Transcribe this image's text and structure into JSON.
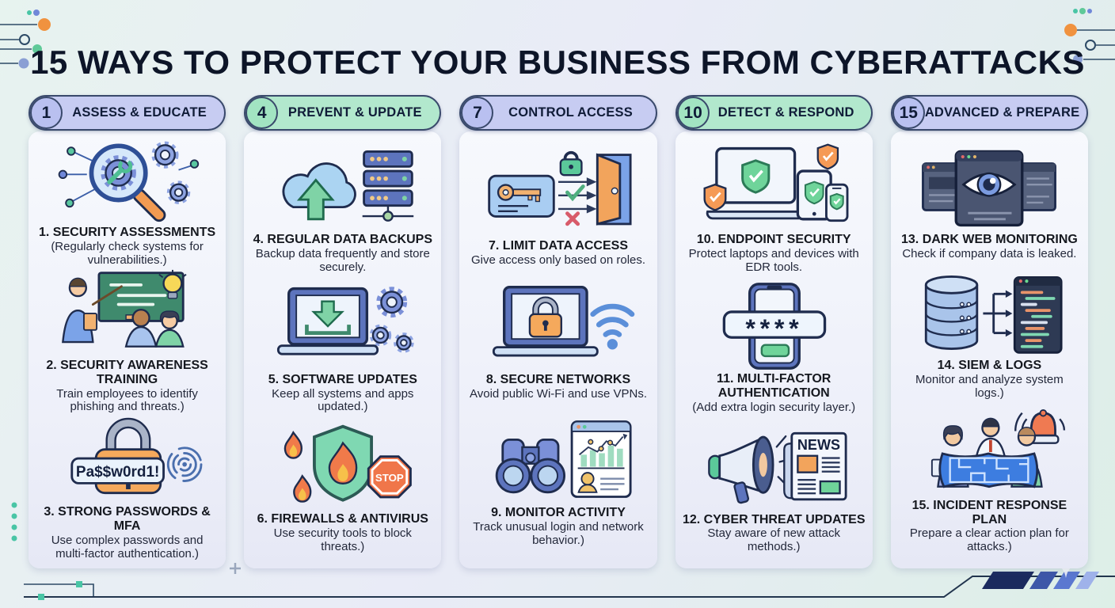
{
  "title": "15 WAYS TO PROTECT YOUR BUSINESS FROM CYBERATTACKS",
  "columns": [
    {
      "number": "1",
      "header": "ASSESS & EDUCATE",
      "items": [
        {
          "title": "1. SECURITY ASSESSMENTS",
          "desc": "(Regularly check systems for vulnerabilities.)"
        },
        {
          "title": "2. SECURITY AWARENESS TRAINING",
          "desc": "Train employees to identify phishing and threats.)"
        },
        {
          "title": "3. STRONG PASSWORDS & MFA",
          "desc": "Use complex passwords and multi-factor authentication.)"
        }
      ]
    },
    {
      "number": "4",
      "header": "PREVENT & UPDATE",
      "items": [
        {
          "title": "4. REGULAR DATA BACKUPS",
          "desc": "Backup data frequently and store securely."
        },
        {
          "title": "5. SOFTWARE UPDATES",
          "desc": "Keep all systems and apps updated.)"
        },
        {
          "title": "6. FIREWALLS & ANTIVIRUS",
          "desc": "Use security tools to block threats.)"
        }
      ]
    },
    {
      "number": "7",
      "header": "CONTROL ACCESS",
      "items": [
        {
          "title": "7. LIMIT DATA ACCESS",
          "desc": "Give access only based on roles."
        },
        {
          "title": "8. SECURE NETWORKS",
          "desc": "Avoid public Wi-Fi and use VPNs."
        },
        {
          "title": "9. MONITOR ACTIVITY",
          "desc": "Track unusual login and network behavior.)"
        }
      ]
    },
    {
      "number": "10",
      "header": "DETECT & RESPOND",
      "items": [
        {
          "title": "10. ENDPOINT SECURITY",
          "desc": "Protect laptops and devices with EDR tools."
        },
        {
          "title": "11. MULTI-FACTOR AUTHENTICATION",
          "desc": "(Add extra login security layer.)"
        },
        {
          "title": "12. CYBER THREAT UPDATES",
          "desc": "Stay aware of new attack methods.)"
        }
      ]
    },
    {
      "number": "15",
      "header": "ADVANCED & PREPARE",
      "items": [
        {
          "title": "13. DARK WEB MONITORING",
          "desc": "Check if company data is leaked."
        },
        {
          "title": "14. SIEM & LOGS",
          "desc": "Monitor and analyze system logs.)"
        },
        {
          "title": "15. INCIDENT RESPONSE PLAN",
          "desc": "Prepare a clear action plan for attacks.)"
        }
      ]
    }
  ],
  "icon_text": {
    "password": "Pa$$w0rd1!",
    "stop": "STOP",
    "news": "NEWS",
    "otp": "****"
  },
  "colors": {
    "header_lavender": "#c7ccf2",
    "header_green": "#b2e8cd",
    "outline_navy": "#1f2c4e",
    "accent_orange": "#f0923f",
    "accent_green": "#5fc998",
    "accent_blue": "#6f87d8",
    "title_navy": "#0d1528"
  }
}
